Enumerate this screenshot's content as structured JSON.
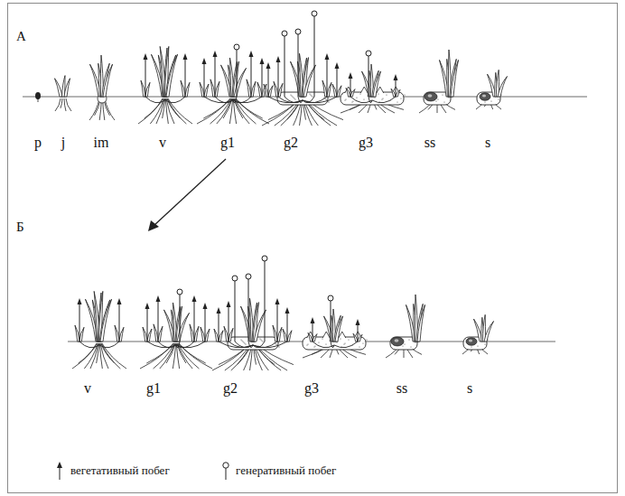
{
  "diagram": {
    "labels": [
      "А",
      "p",
      "j",
      "im",
      "v",
      "g1",
      "g2",
      "g3",
      "ss",
      "s",
      "Б",
      "v",
      "g1",
      "g2",
      "g3",
      "ss",
      "s"
    ],
    "legend": [
      {
        "text": "вегетативный побег"
      },
      {
        "text": "генеративный побег"
      }
    ]
  }
}
